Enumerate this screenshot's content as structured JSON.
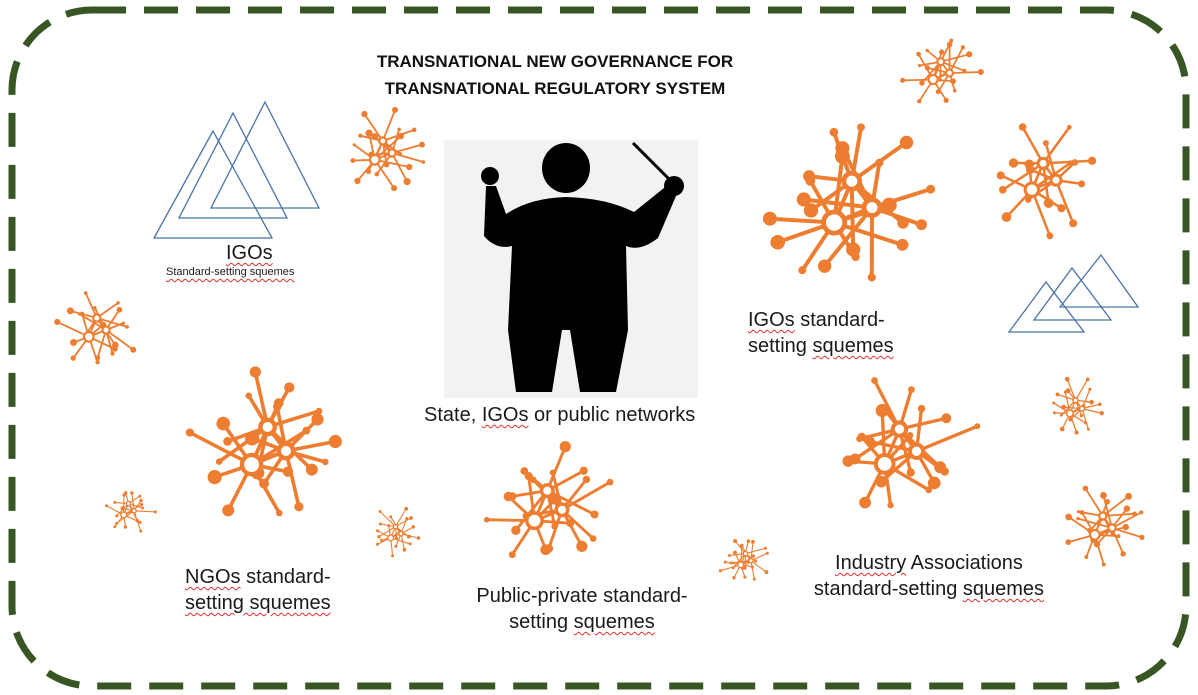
{
  "diagram": {
    "title_line1": "TRANSNATIONAL NEW GOVERNANCE FOR",
    "title_line2": "TRANSNATIONAL REGULATORY SYSTEM",
    "igos_label": "IGOs",
    "igos_sublabel": "Standard-setting squemes",
    "conductor_label": {
      "part1": "State, ",
      "part2": "IGOs",
      "part3": " or public networks"
    },
    "igos_right_label": {
      "line1_a": "IGOs",
      "line1_b": " standard-",
      "line2_a": "setting ",
      "line2_b": "squemes"
    },
    "ngos_label": {
      "line1_a": "NGOs",
      "line1_b": " standard-",
      "line2_a": "setting squemes"
    },
    "ppp_label": {
      "line1_a": "Public-private",
      "line1_b": " standard-",
      "line2_a": "setting ",
      "line2_b": "squemes"
    },
    "industry_label": {
      "line1_a": "Industry",
      "line1_b": " Associations",
      "line2_a": "standard-setting ",
      "line2_b": "squemes"
    },
    "colors": {
      "border": "#375623",
      "network": "#ED7D31",
      "triangle": "#4A73A8",
      "conductor": "#000000",
      "conductor_bg": "#F2F2F2",
      "spellcheck": "#E03030"
    },
    "icons": [
      "network-icon",
      "triangles-icon",
      "conductor-icon"
    ]
  }
}
